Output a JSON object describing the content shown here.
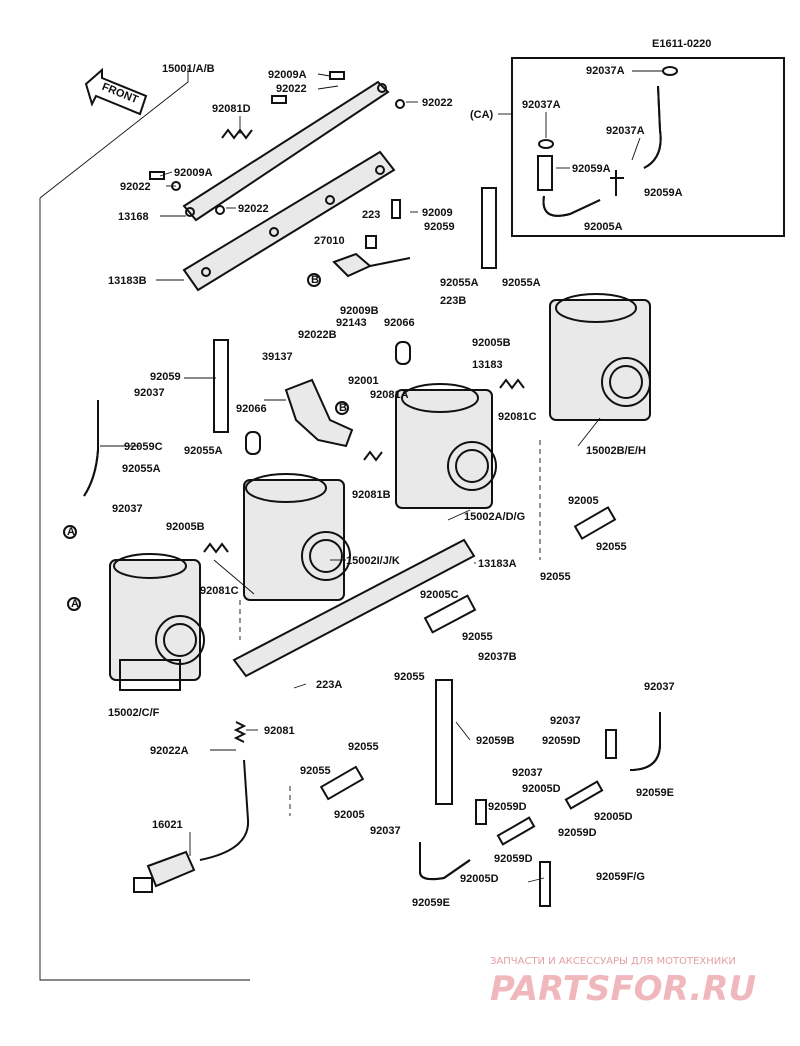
{
  "diagram_code": "E1611-0220",
  "front_label": "FRONT",
  "callouts": {
    "c1": "15001/A/B",
    "c2": "92009A",
    "c3": "92022",
    "c4": "92022",
    "c5": "92081D",
    "c6": "92009A",
    "c7": "92022",
    "c8": "92022",
    "c9": "13168",
    "c10": "223",
    "c11": "92009",
    "c12": "92059",
    "c13": "27010",
    "c14": "13183B",
    "c15": "92009B",
    "c16": "92055A",
    "c17": "92055A",
    "c18": "223B",
    "c19": "92143",
    "c20": "92066",
    "c21": "92022B",
    "c22": "92005B",
    "c23": "13183",
    "c24": "39137",
    "c25": "92059",
    "c26": "92037",
    "c27": "92001",
    "c28": "92081A",
    "c29": "92066",
    "c30": "92081C",
    "c31": "15002B/E/H",
    "c32": "92059C",
    "c33": "92055A",
    "c34": "92055A",
    "c35": "92081B",
    "c36": "92037",
    "c37": "92005B",
    "c38": "15002A/D/G",
    "c39": "92005",
    "c40": "92055",
    "c41": "15002I/J/K",
    "c42": "92055",
    "c43": "13183A",
    "c44": "92081C",
    "c45": "92005C",
    "c46": "92055",
    "c47": "92037B",
    "c48": "92055",
    "c49": "15002/C/F",
    "c50": "223A",
    "c51": "92037",
    "c52": "92081",
    "c53": "92037",
    "c54": "92022A",
    "c55": "92059B",
    "c56": "92059D",
    "c57": "92055",
    "c58": "92055",
    "c59": "92037",
    "c60": "92005D",
    "c61": "92059E",
    "c62": "92059D",
    "c63": "92005D",
    "c64": "92005",
    "c65": "92037",
    "c66": "92059D",
    "c67": "16021",
    "c68": "92059D",
    "c69": "92005D",
    "c70": "92059F/G",
    "c71": "92059E"
  },
  "inset": {
    "title": "(CA)",
    "labels": {
      "i1": "92037A",
      "i2": "92037A",
      "i3": "92037A",
      "i4": "92059A",
      "i5": "92059A",
      "i6": "92005A"
    }
  },
  "markers": {
    "a1": "A",
    "a2": "A",
    "b1": "B",
    "b2": "B"
  },
  "watermark": {
    "tagline": "ЗАПЧАСТИ И АКСЕССУАРЫ ДЛЯ МОТОТЕХНИКИ",
    "brand": "PARTSFOR.RU"
  }
}
